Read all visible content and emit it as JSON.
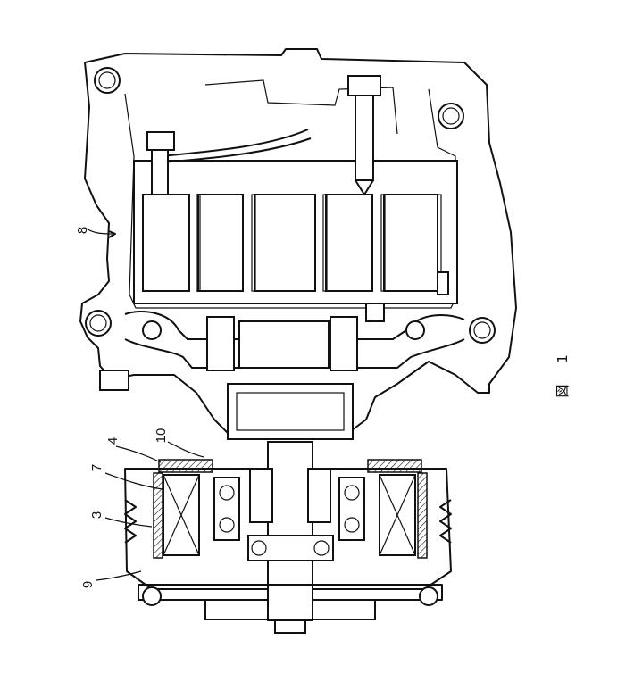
{
  "figure": {
    "label_char": "図",
    "label_num": "1"
  },
  "callouts": [
    {
      "id": "c8",
      "text": "8"
    },
    {
      "id": "c4",
      "text": "4"
    },
    {
      "id": "c10",
      "text": "10"
    },
    {
      "id": "c7",
      "text": "7"
    },
    {
      "id": "c3",
      "text": "3"
    },
    {
      "id": "c9",
      "text": "9"
    }
  ]
}
